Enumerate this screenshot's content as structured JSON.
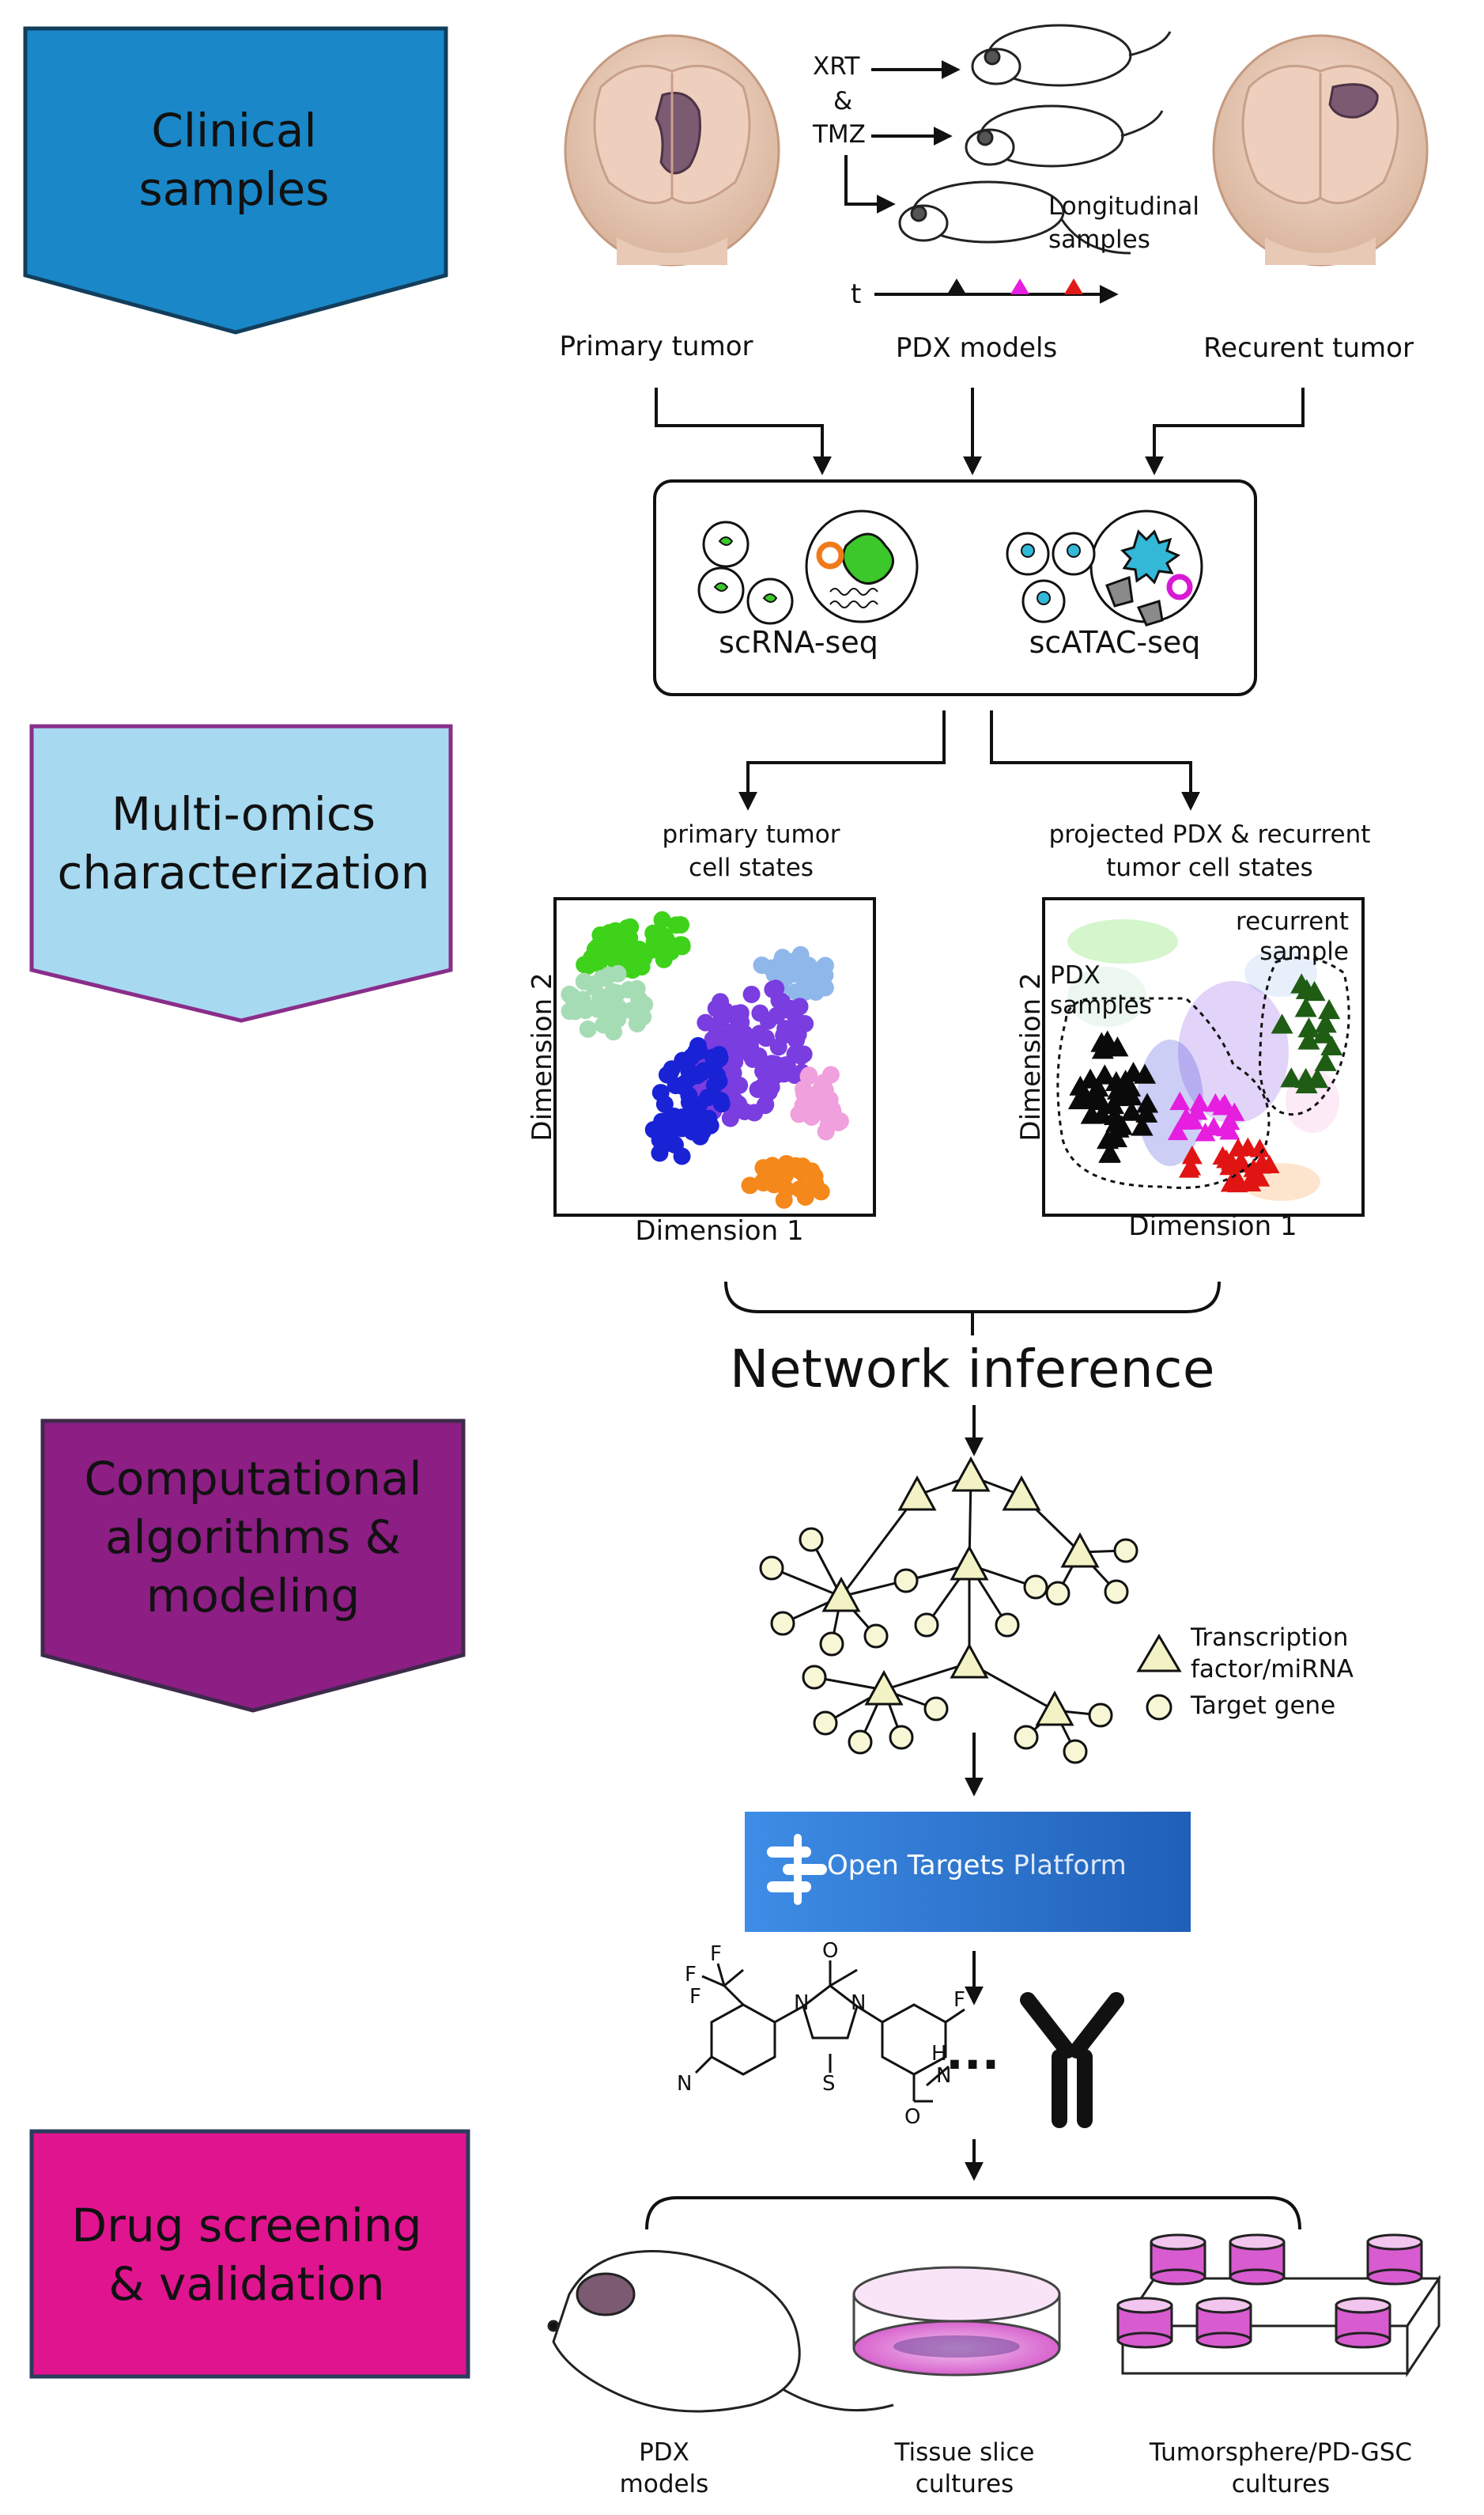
{
  "stages": {
    "clinical": {
      "label": "Clinical samples",
      "fill": "#1a87c8",
      "stroke": "#123e5c"
    },
    "multiomics": {
      "label": "Multi-omics characterization",
      "fill": "#a7d9f0",
      "stroke": "#8a2d8a"
    },
    "computational": {
      "label": "Computational algorithms & modeling",
      "fill": "#8c1e84",
      "stroke": "#3e2a4a"
    },
    "drug": {
      "label": "Drug screening & validation",
      "fill": "#e0148f",
      "stroke": "#2a3d5c"
    }
  },
  "clinical_samples": {
    "treatments": [
      "XRT",
      "&",
      "TMZ"
    ],
    "longitudinal": "Longitudinal samples",
    "time_axis": "t",
    "time_markers": [
      {
        "color": "#111111"
      },
      {
        "color": "#e61ee0"
      },
      {
        "color": "#e11919"
      }
    ],
    "primary": "Primary tumor",
    "pdx": "PDX models",
    "recurrent": "Recurent tumor"
  },
  "sequencing": {
    "scrna": "scRNA-seq",
    "scatac": "scATAC-seq"
  },
  "projections": {
    "left_title": "primary tumor cell states",
    "right_title": "projected PDX & recurrent tumor cell states",
    "xlabel": "Dimension 1",
    "ylabel": "Dimension 2",
    "pdx_label": "PDX samples",
    "recurrent_label": "recurrent sample",
    "cluster_colors": {
      "green": "#3fd21a",
      "mint": "#a6dcb4",
      "purple": "#7a3de0",
      "lightblue": "#8fb7ea",
      "blue": "#1a22d6",
      "pink": "#f0a0dc",
      "orange": "#f5881a",
      "black": "#0a0a0a",
      "magenta": "#e51ee0",
      "red": "#e11414",
      "darkgreen": "#1f5c14"
    }
  },
  "network": {
    "title": "Network inference",
    "legend_tf": "Transcription factor/miRNA",
    "legend_target": "Target gene",
    "tf_color": "#f2f2c4",
    "target_color": "#f7f7d6"
  },
  "open_targets": {
    "brand": "Open Targets",
    "suffix": "Platform",
    "color": "#2a78d4"
  },
  "drugs": {
    "ellipsis": "..."
  },
  "validation": {
    "pdx": "PDX models",
    "tissue": "Tissue slice cultures",
    "tumorsphere": "Tumorsphere/PD-GSC cultures",
    "dish_color": "#d85bd0"
  }
}
